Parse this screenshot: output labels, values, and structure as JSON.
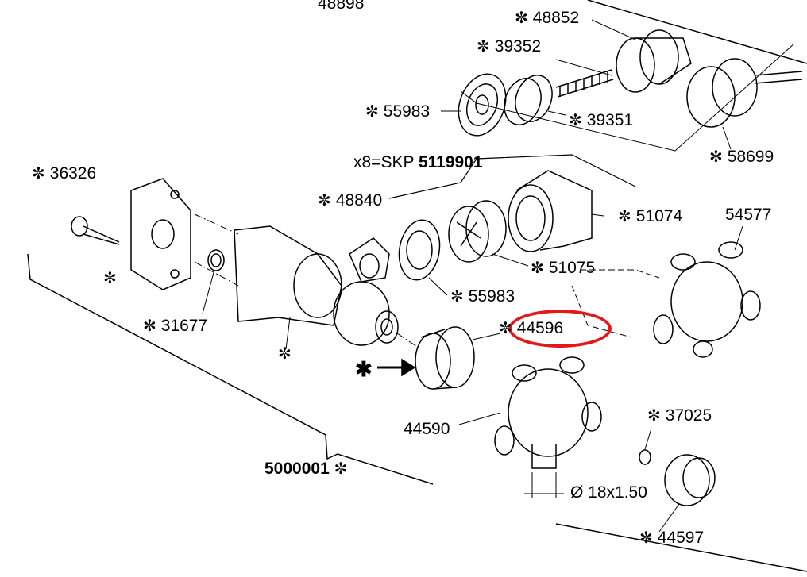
{
  "diagram": {
    "star_glyph": "✼",
    "highlight_color": "#e0191b",
    "labels": {
      "p48898": "48898",
      "p48852": "48852",
      "p39352": "39352",
      "p55983_top": "55983",
      "p39351": "39351",
      "p58699": "58699",
      "kit_prefix": "x8=SKP",
      "kit_number": "5119901",
      "p36326": "36326",
      "p48840": "48840",
      "p51074": "51074",
      "p54577": "54577",
      "p51075": "51075",
      "p55983_mid": "55983",
      "p31677": "31677",
      "p44596": "44596",
      "asterisk": "✱",
      "p44590": "44590",
      "p37025": "37025",
      "p5000001": "5000001",
      "thread": "Ø 18x1.50",
      "p44597": "44597"
    }
  }
}
